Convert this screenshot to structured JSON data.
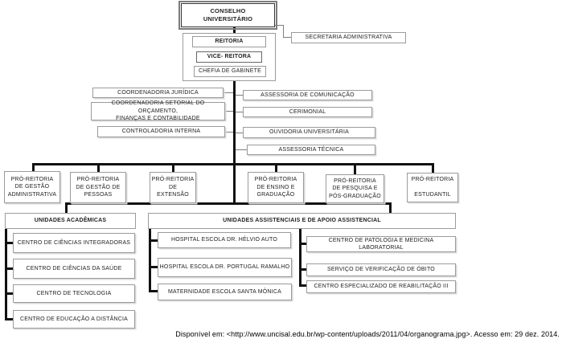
{
  "top": {
    "conselho": "CONSELHO\nUNIVERSITÁRIO",
    "reitoria": "REITORIA",
    "vice_reitora": "VICE- REITORA",
    "chefia_gabinete": "CHEFIA DE GABINETE",
    "secretaria": "SECRETARIA ADMINISTRATIVA"
  },
  "staff_left": [
    "COORDENADORIA  JURÍDICA",
    "COORDENADORIA SETORIAL DO ORÇAMENTO,\nFINANÇAS E CONTABILIDADE",
    "CONTROLADORIA INTERNA"
  ],
  "staff_right": [
    "ASSESSORIA DE COMUNICAÇÃO",
    "CERIMONIAL",
    "OUVIDORIA  UNIVERSITÁRIA",
    "ASSESSORIA TÉCNICA"
  ],
  "pro_reitorias": [
    "PRÓ-REITORIA\nDE GESTÃO\nADMINISTRATIVA",
    "PRÓ-REITORIA\nDE GESTÃO DE\nPESSOAS",
    "PRÓ-REITORIA\nDE\nEXTENSÃO",
    "PRÓ-REITORIA\nDE ENSINO E\nGRADUAÇÃO",
    "PRÓ-REITORIA\nDE PESQUISA E\nPÓS-GRADUAÇÃO",
    "PRÓ-REITORIA\n\nESTUDANTIL"
  ],
  "academic": {
    "header": "UNIDADES  ACADÊMICAS",
    "items": [
      "CENTRO DE CIÊNCIAS INTEGRADORAS",
      "CENTRO DE CIÊNCIAS DA SAÚDE",
      "CENTRO DE TECNOLOGIA",
      "CENTRO DE EDUCAÇÃO A DISTÂNCIA"
    ]
  },
  "assistencial": {
    "header": "UNIDADES ASSISTENCIAIS  E DE APOIO  ASSISTENCIAL",
    "hospitals": [
      "HOSPITAL  ESCOLA DR. HÉLVIO AUTO",
      "HOSPITAL  ESCOLA DR. PORTUGAL RAMALHO",
      "MATERNIDADE  ESCOLA SANTA MÔNICA"
    ],
    "support": [
      "CENTRO DE PATOLOGIA E MEDICINA LABORATORIAL",
      "SERVIÇO DE VERIFICAÇÃO DE ÓBITO",
      "CENTRO ESPECIALIZADO DE REABILITAÇÃO III"
    ]
  },
  "caption": "Disponível em: <http://www.uncisal.edu.br/wp-content/uploads/2011/04/organograma.jpg>. Acesso em: 29 dez. 2014.",
  "colors": {
    "connector": "#111111",
    "box_border": "#9b9b9b",
    "text": "#1a1a1a"
  }
}
